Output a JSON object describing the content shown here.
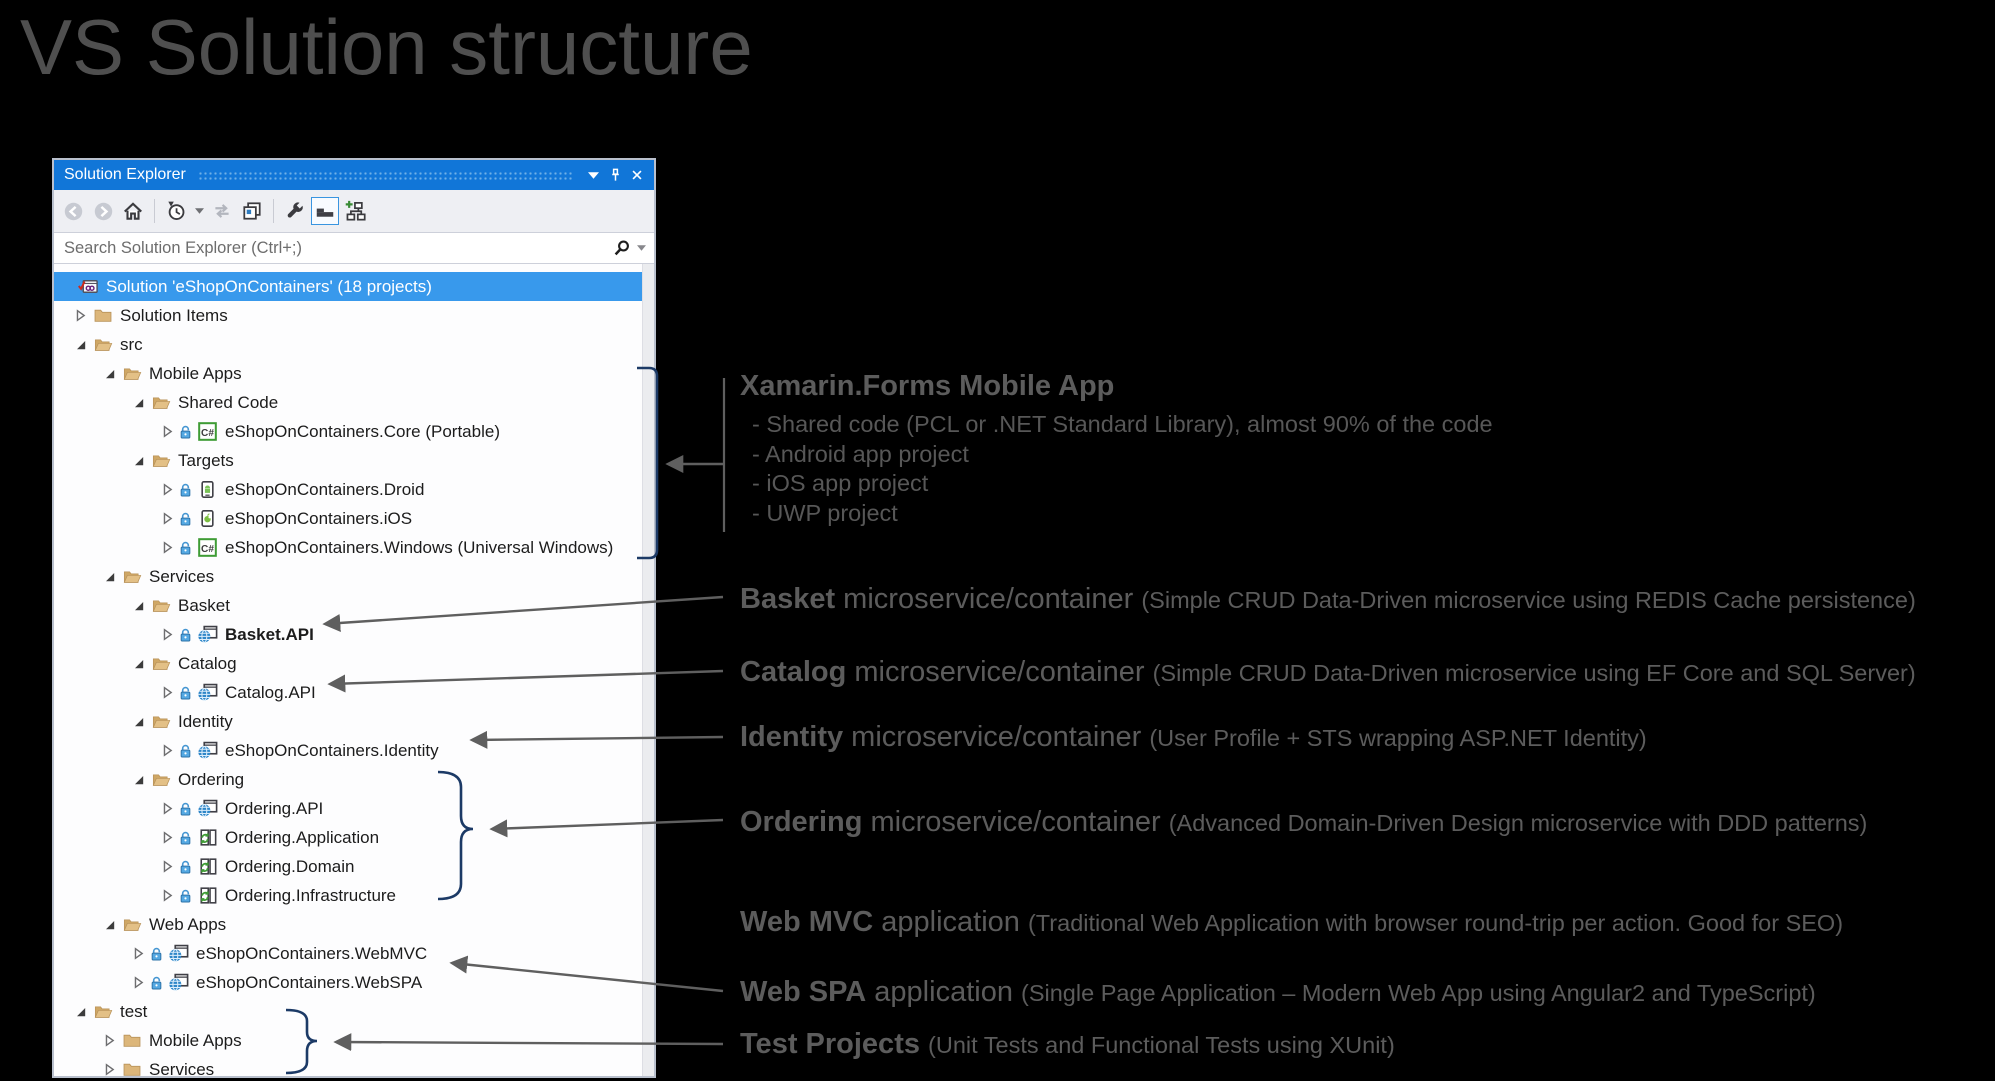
{
  "page": {
    "title": "VS Solution structure"
  },
  "window": {
    "title": "Solution Explorer",
    "titlebar_icons": [
      "window-position-caret",
      "pin",
      "close"
    ],
    "toolbar": {
      "icons": [
        {
          "name": "nav-back",
          "disabled": true
        },
        {
          "name": "nav-forward",
          "disabled": true
        },
        {
          "name": "home"
        },
        {
          "name": "separator"
        },
        {
          "name": "pending-changes-filter"
        },
        {
          "name": "filter-caret"
        },
        {
          "name": "sync-selection",
          "disabled": true
        },
        {
          "name": "collapse-all"
        },
        {
          "name": "separator"
        },
        {
          "name": "customize-wrench"
        },
        {
          "name": "show-all-files",
          "selected": true
        },
        {
          "name": "add-dependency-diagram"
        }
      ]
    },
    "search": {
      "placeholder": "Search Solution Explorer (Ctrl+;)"
    },
    "tree": [
      {
        "label": "Solution 'eShopOnContainers' (18 projects)",
        "level": 0,
        "expander": "none",
        "icon": "solution",
        "selected": true
      },
      {
        "label": "Solution Items",
        "level": 1,
        "expander": "closed",
        "icon": "folder-closed"
      },
      {
        "label": "src",
        "level": 1,
        "expander": "open",
        "icon": "folder-open"
      },
      {
        "label": "Mobile Apps",
        "level": 2,
        "expander": "open",
        "icon": "folder-open"
      },
      {
        "label": "Shared Code",
        "level": 3,
        "expander": "open",
        "icon": "folder-open"
      },
      {
        "label": "eShopOnContainers.Core (Portable)",
        "level": 4,
        "expander": "closed",
        "icon": "csharp",
        "lock": true
      },
      {
        "label": "Targets",
        "level": 3,
        "expander": "open",
        "icon": "folder-open"
      },
      {
        "label": "eShopOnContainers.Droid",
        "level": 4,
        "expander": "closed",
        "icon": "droid",
        "lock": true
      },
      {
        "label": "eShopOnContainers.iOS",
        "level": 4,
        "expander": "closed",
        "icon": "ios",
        "lock": true
      },
      {
        "label": "eShopOnContainers.Windows (Universal Windows)",
        "level": 4,
        "expander": "closed",
        "icon": "csharp",
        "lock": true
      },
      {
        "label": "Services",
        "level": 2,
        "expander": "open",
        "icon": "folder-open"
      },
      {
        "label": "Basket",
        "level": 3,
        "expander": "open",
        "icon": "folder-open"
      },
      {
        "label": "Basket.API",
        "level": 4,
        "expander": "closed",
        "icon": "web",
        "lock": true,
        "bold": true
      },
      {
        "label": "Catalog",
        "level": 3,
        "expander": "open",
        "icon": "folder-open"
      },
      {
        "label": "Catalog.API",
        "level": 4,
        "expander": "closed",
        "icon": "web",
        "lock": true
      },
      {
        "label": "Identity",
        "level": 3,
        "expander": "open",
        "icon": "folder-open"
      },
      {
        "label": "eShopOnContainers.Identity",
        "level": 4,
        "expander": "closed",
        "icon": "web",
        "lock": true
      },
      {
        "label": "Ordering",
        "level": 3,
        "expander": "open",
        "icon": "folder-open"
      },
      {
        "label": "Ordering.API",
        "level": 4,
        "expander": "closed",
        "icon": "web",
        "lock": true
      },
      {
        "label": "Ordering.Application",
        "level": 4,
        "expander": "closed",
        "icon": "lib",
        "lock": true
      },
      {
        "label": "Ordering.Domain",
        "level": 4,
        "expander": "closed",
        "icon": "lib",
        "lock": true
      },
      {
        "label": "Ordering.Infrastructure",
        "level": 4,
        "expander": "closed",
        "icon": "lib",
        "lock": true
      },
      {
        "label": "Web Apps",
        "level": 2,
        "expander": "open",
        "icon": "folder-open"
      },
      {
        "label": "eShopOnContainers.WebMVC",
        "level": 3,
        "expander": "closed",
        "icon": "web",
        "lock": true
      },
      {
        "label": "eShopOnContainers.WebSPA",
        "level": 3,
        "expander": "closed",
        "icon": "web",
        "lock": true
      },
      {
        "label": "test",
        "level": 1,
        "expander": "open",
        "icon": "folder-open"
      },
      {
        "label": "Mobile Apps",
        "level": 2,
        "expander": "closed",
        "icon": "folder-closed"
      },
      {
        "label": "Services",
        "level": 2,
        "expander": "closed",
        "icon": "folder-closed"
      }
    ]
  },
  "annotations": {
    "xamarin": {
      "title": "Xamarin.Forms Mobile App",
      "bullets": [
        "- Shared code (PCL or .NET Standard Library), almost 90% of the code",
        "- Android app project",
        "- iOS app project",
        "- UWP project"
      ]
    },
    "items": [
      {
        "bold": "Basket",
        "regular": " microservice/container ",
        "paren": "(Simple CRUD Data-Driven microservice using REDIS Cache persistence)"
      },
      {
        "bold": "Catalog",
        "regular": " microservice/container ",
        "paren": "(Simple CRUD Data-Driven microservice using EF Core and SQL Server)"
      },
      {
        "bold": "Identity",
        "regular": " microservice/container ",
        "paren": "(User Profile + STS wrapping ASP.NET Identity)"
      },
      {
        "bold": "Ordering",
        "regular": " microservice/container ",
        "paren": "(Advanced Domain-Driven Design microservice with DDD patterns)"
      },
      {
        "bold": "Web MVC",
        "regular": " application ",
        "paren": "(Traditional Web Application with browser round-trip per action. Good for SEO)"
      },
      {
        "bold": "Web SPA",
        "regular": " application ",
        "paren": "(Single Page Application – Modern Web App using Angular2 and TypeScript)"
      },
      {
        "bold": "Test Projects",
        "regular": " ",
        "paren": "(Unit Tests and Functional Tests using XUnit)"
      }
    ]
  },
  "colors": {
    "titlebar_blue": "#1176d8",
    "selection_blue": "#3899ec",
    "folder_tan": "#dcb67a",
    "bracket_navy": "#1c3a66",
    "arrow_gray": "#5f5f5f",
    "annotation_text": "#5c5c5c"
  }
}
